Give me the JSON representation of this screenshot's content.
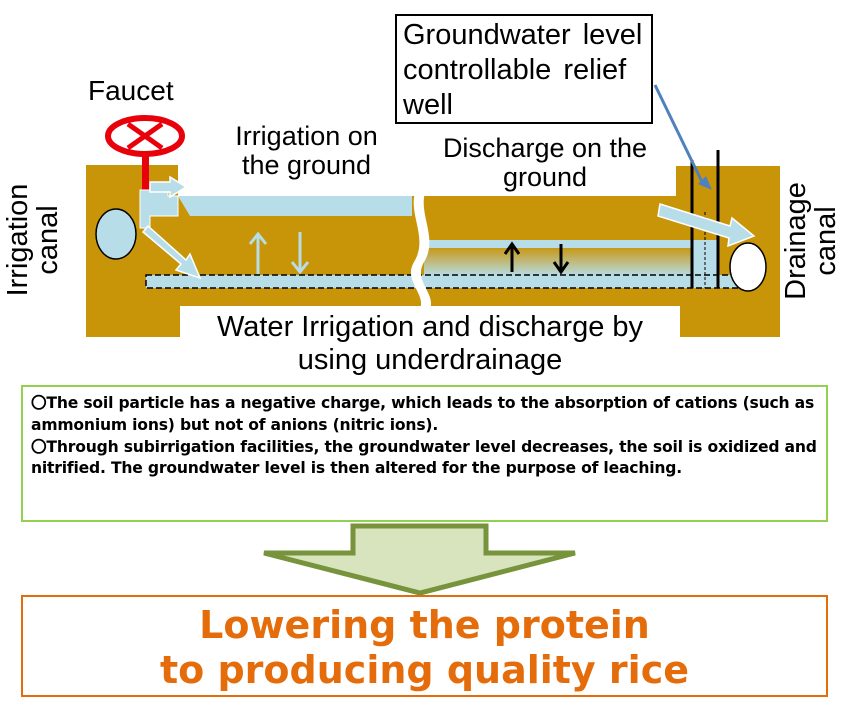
{
  "labels": {
    "faucet": "Faucet",
    "irrigation_canal": "Irrigation canal",
    "drainage_canal": "Drainage canal",
    "irrigation_on_ground": "Irrigation on the ground",
    "discharge_on_ground": "Discharge on the ground",
    "relief_well": "Groundwater level controllable relief well",
    "main_caption_line1": "Water Irrigation and discharge by",
    "main_caption_line2": "using underdrainage"
  },
  "notes": [
    "〇The soil particle has a negative charge, which leads to the absorption of cations (such as ammonium  ions) but not of anions (nitric ions).",
    "〇Through subirrigation facilities, the groundwater level decreases, the soil is oxidized and nitrified. The groundwater level is then altered for the purpose of leaching."
  ],
  "result": {
    "line1": "Lowering the protein",
    "line2": "to producing quality rice"
  },
  "colors": {
    "soil": "#c89408",
    "water": "#b7dde8",
    "valve": "#e8000b",
    "note_border": "#92d050",
    "arrow_fill": "#d7e4bd",
    "arrow_stroke": "#77933c",
    "result_border": "#e46c0a",
    "result_text": "#e46c0a",
    "callout_line": "#4f81bd"
  }
}
